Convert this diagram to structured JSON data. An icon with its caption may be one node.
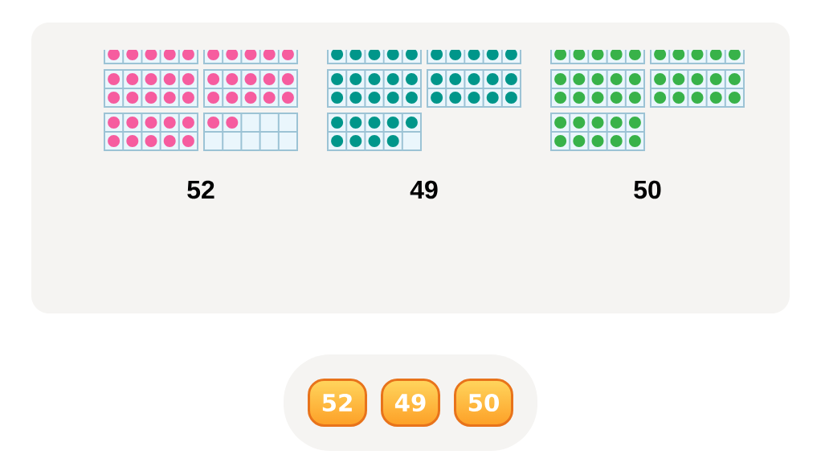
{
  "diagram": {
    "nodes": [
      {
        "text": [
          "52",
          "49",
          "50"
        ]
      },
      {
        "text": [],
        "shape": "box"
      },
      {
        "text": [
          "52"
        ],
        "in": 1
      },
      {
        "text": [
          "49"
        ],
        "in": 1
      },
      {
        "text": [
          "50"
        ],
        "in": 1
      }
    ]
  }
}
